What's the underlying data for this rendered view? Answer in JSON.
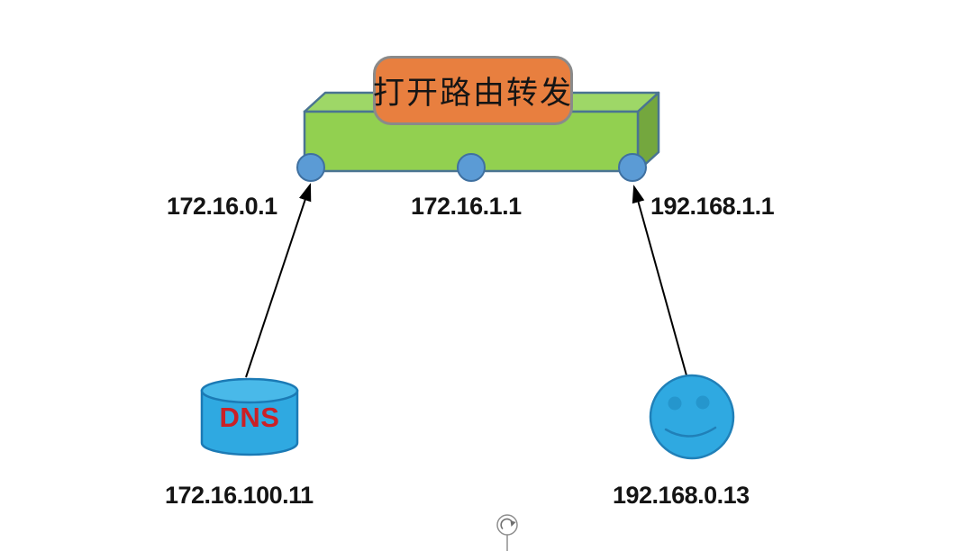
{
  "diagram": {
    "type": "network-topology",
    "router": {
      "label": "打开路由转发",
      "interfaces": [
        {
          "ip": "172.16.0.1",
          "position": "left"
        },
        {
          "ip": "172.16.1.1",
          "position": "center"
        },
        {
          "ip": "192.168.1.1",
          "position": "right"
        }
      ]
    },
    "hosts": {
      "dns_server": {
        "name": "DNS",
        "ip": "172.16.100.11",
        "shape": "cylinder"
      },
      "client": {
        "ip": "192.168.0.13",
        "shape": "smiley-face"
      }
    },
    "connections": [
      {
        "from": "dns_server",
        "to": "172.16.0.1",
        "style": "arrow"
      },
      {
        "from": "client",
        "to": "192.168.1.1",
        "style": "arrow"
      }
    ],
    "icons": {
      "rotate_handle": "rotate-clockwise"
    },
    "colors": {
      "router_body_green": "#92d050",
      "router_top_green": "#9ed767",
      "router_side_green": "#74a73e",
      "router_outline": "#4a7492",
      "port_blue": "#5b9bd5",
      "port_outline": "#3f70a0",
      "label_orange": "#e87f3f",
      "label_border_gray": "#8a8a8a",
      "host_blue": "#2fa9e1",
      "host_outline": "#1b7ab5",
      "dns_text_red": "#cb2026",
      "arrow_black": "#000000",
      "text_black": "#141414"
    }
  }
}
